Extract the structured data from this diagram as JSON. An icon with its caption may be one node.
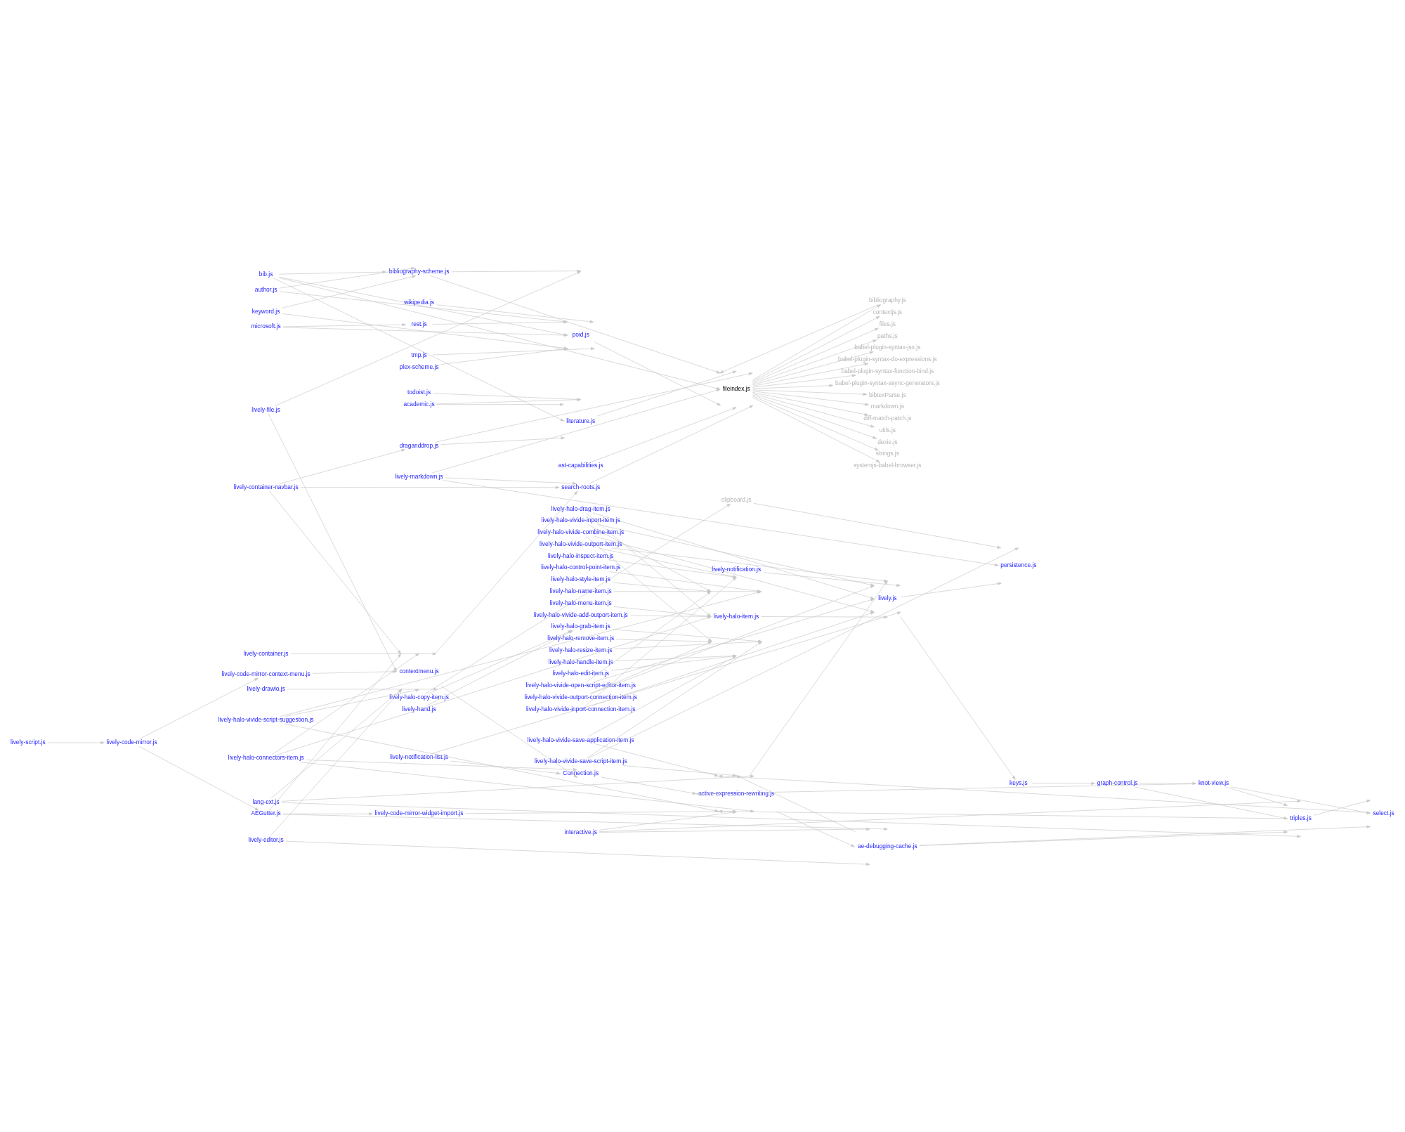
{
  "diagram": {
    "nodes": [
      {
        "text": [
          "bib.js"
        ]
      },
      {
        "text": [
          "bibliography-scheme.js"
        ]
      },
      {
        "text": [
          "author.js"
        ]
      },
      {
        "text": [
          "todoist.js"
        ]
      },
      {
        "text": [
          "wikipedia.js"
        ]
      },
      {
        "text": [
          "keyword.js"
        ]
      },
      {
        "text": [
          "tmp.js"
        ]
      },
      {
        "text": [
          "poid.js"
        ]
      },
      {
        "text": [
          "microsoft.js"
        ]
      },
      {
        "text": [
          "rest.js"
        ]
      },
      {
        "text": [
          "fileindex.js"
        ]
      },
      {
        "text": [
          "plex-scheme.js"
        ]
      },
      {
        "text": [
          "academic.js"
        ]
      },
      {
        "text": [
          "literature.js"
        ]
      },
      {
        "text": [
          "lively-file.js"
        ]
      },
      {
        "text": [
          "ast-capabilities.js"
        ]
      },
      {
        "text": [
          "draganddrop.js"
        ]
      },
      {
        "text": [
          "lively-container-navbar.js"
        ]
      },
      {
        "text": [
          "search-roots.js"
        ]
      },
      {
        "text": [
          "lively-markdown.js"
        ]
      },
      {
        "text": [
          "contextjs.js"
        ]
      },
      {
        "text": [
          "files.js"
        ]
      },
      {
        "text": [
          "paths.js"
        ]
      },
      {
        "text": [
          "babel-plugin-syntax-jsx.js"
        ]
      },
      {
        "text": [
          "babel-plugin-syntax-do-expressions.js"
        ]
      },
      {
        "text": [
          "babel-plugin-syntax-function-bind.js"
        ]
      },
      {
        "text": [
          "babel-plugin-syntax-async-generators.js"
        ]
      },
      {
        "text": [
          "bibliography.js"
        ]
      },
      {
        "text": [
          "bibtexParse.js"
        ]
      },
      {
        "text": [
          "markdown.js"
        ]
      },
      {
        "text": [
          "diff-match-patch.js"
        ]
      },
      {
        "text": [
          "utils.js"
        ]
      },
      {
        "text": [
          "dexie.js"
        ]
      },
      {
        "text": [
          "strings.js"
        ]
      },
      {
        "text": [
          "systemjs-babel-browser.js"
        ]
      },
      {
        "text": [
          "lively-halo-drag-item.js"
        ]
      },
      {
        "text": [
          "lively-halo-vivide-inport-item.js"
        ]
      },
      {
        "text": [
          "lively-halo-vivide-combine-item.js"
        ]
      },
      {
        "text": [
          "lively-halo-vivide-outport-item.js"
        ]
      },
      {
        "text": [
          "lively-halo-copy-item.js"
        ]
      },
      {
        "text": [
          "lively-halo-handle-item.js"
        ]
      },
      {
        "text": [
          "clipboard.js"
        ]
      },
      {
        "text": [
          "persistence.js"
        ]
      },
      {
        "text": [
          "lively-halo-control-point-item.js"
        ]
      },
      {
        "text": [
          "lively-hand.js"
        ]
      },
      {
        "text": [
          "lively-halo-grab-item.js"
        ]
      },
      {
        "text": [
          "lively-halo-menu-item.js"
        ]
      },
      {
        "text": [
          "lively-halo-style-item.js"
        ]
      },
      {
        "text": [
          "lively-halo-remove-item.js"
        ]
      },
      {
        "text": [
          "lively-halo-item.js"
        ]
      },
      {
        "text": [
          "lively-halo-inspect-item.js"
        ]
      },
      {
        "text": [
          "lively.js"
        ]
      },
      {
        "text": [
          "lively-halo-edit-item.js"
        ]
      },
      {
        "text": [
          "lively-halo-name-item.js"
        ]
      },
      {
        "text": [
          "lively-halo-resize-item.js"
        ]
      },
      {
        "text": [
          "lively-notification.js"
        ]
      },
      {
        "text": [
          "lively-notification-list.js"
        ]
      },
      {
        "text": [
          "lively-halo-vivide-add-outport-item.js"
        ]
      },
      {
        "text": [
          "lively-halo-vivide-open-script-editor-item.js"
        ]
      },
      {
        "text": [
          "lively-halo-vivide-outport-connection-item.js"
        ]
      },
      {
        "text": [
          "lively-halo-vivide-inport-connection-item.js"
        ]
      },
      {
        "text": [
          "lively-halo-vivide-save-application-item.js"
        ]
      },
      {
        "text": [
          "lively-halo-vivide-script-suggestion.js"
        ]
      },
      {
        "text": [
          "lively-halo-vivide-save-script-item.js"
        ]
      },
      {
        "text": [
          "lively-halo-connectors-item.js"
        ]
      },
      {
        "text": [
          "Connection.js"
        ]
      },
      {
        "text": [
          "knot-view.js"
        ]
      },
      {
        "text": [
          "active-expression-rewriting.js"
        ]
      },
      {
        "text": [
          "select.js"
        ]
      },
      {
        "text": [
          "lively-container.js"
        ]
      },
      {
        "text": [
          "keys.js"
        ]
      },
      {
        "text": [
          "graph-control.js"
        ]
      },
      {
        "text": [
          "lively-drawio.js"
        ]
      },
      {
        "text": [
          "contextmenu.js"
        ]
      },
      {
        "text": [
          "lang-ext.js"
        ]
      },
      {
        "text": [
          "triples.js"
        ]
      },
      {
        "text": [
          "lively-code-mirror-context-menu.js"
        ]
      },
      {
        "text": [
          "lively-script.js"
        ]
      },
      {
        "text": [
          "lively-code-mirror.js"
        ]
      },
      {
        "text": [
          "AEGutter.js"
        ]
      },
      {
        "text": [
          "lively-code-mirror-widget-import.js"
        ]
      },
      {
        "text": [
          "lively-editor.js"
        ]
      },
      {
        "text": [
          "ae-debugging-cache.js"
        ]
      },
      {
        "text": [
          "interactive.js"
        ]
      }
    ],
    "edges": [
      {
        "from": 0,
        "to": 1,
        "arrow": "to"
      },
      {
        "from": 0,
        "to": 7,
        "arrow": "to"
      },
      {
        "from": 0,
        "to": 10,
        "arrow": "to"
      },
      {
        "from": 0,
        "to": 13,
        "arrow": "to"
      },
      {
        "from": 2,
        "to": 1,
        "arrow": "to"
      },
      {
        "from": 2,
        "to": 7,
        "arrow": "to"
      },
      {
        "from": 5,
        "to": 1,
        "arrow": "to"
      },
      {
        "from": 5,
        "to": 7,
        "arrow": "to"
      },
      {
        "from": 1,
        "to": 7,
        "arrow": "to"
      },
      {
        "from": 1,
        "to": 10,
        "arrow": "to"
      },
      {
        "from": 3,
        "to": 7,
        "arrow": "to"
      },
      {
        "from": 4,
        "to": 7,
        "arrow": "to"
      },
      {
        "from": 6,
        "to": 7,
        "arrow": "to"
      },
      {
        "from": 8,
        "to": 9,
        "arrow": "to"
      },
      {
        "from": 8,
        "to": 7,
        "arrow": "to"
      },
      {
        "from": 9,
        "to": 7,
        "arrow": "to"
      },
      {
        "from": 11,
        "to": 7,
        "arrow": "to"
      },
      {
        "from": 14,
        "to": 7,
        "arrow": "to"
      },
      {
        "from": 14,
        "to": 73,
        "arrow": "to"
      },
      {
        "from": 12,
        "to": 7,
        "arrow": "to"
      },
      {
        "from": 12,
        "to": 13,
        "arrow": "to"
      },
      {
        "from": 7,
        "to": 10,
        "arrow": "to"
      },
      {
        "from": 13,
        "to": 10,
        "arrow": "to"
      },
      {
        "from": 15,
        "to": 10,
        "arrow": "to"
      },
      {
        "from": 16,
        "to": 10,
        "arrow": "to"
      },
      {
        "from": 16,
        "to": 13,
        "arrow": "to"
      },
      {
        "from": 17,
        "to": 16,
        "arrow": "to"
      },
      {
        "from": 17,
        "to": 18,
        "arrow": "to"
      },
      {
        "from": 17,
        "to": 73,
        "arrow": "to"
      },
      {
        "from": 18,
        "to": 10,
        "arrow": "to"
      },
      {
        "from": 19,
        "to": 18,
        "arrow": "to"
      },
      {
        "from": 19,
        "to": 10,
        "arrow": "to"
      },
      {
        "from": 19,
        "to": 42,
        "arrow": "to"
      },
      {
        "from": 10,
        "to": 20,
        "arrow": "to"
      },
      {
        "from": 10,
        "to": 21,
        "arrow": "to"
      },
      {
        "from": 10,
        "to": 22,
        "arrow": "to"
      },
      {
        "from": 10,
        "to": 23,
        "arrow": "to"
      },
      {
        "from": 10,
        "to": 24,
        "arrow": "to"
      },
      {
        "from": 10,
        "to": 25,
        "arrow": "to"
      },
      {
        "from": 10,
        "to": 26,
        "arrow": "to"
      },
      {
        "from": 10,
        "to": 27,
        "arrow": "to"
      },
      {
        "from": 27,
        "to": 10,
        "arrow": "to"
      },
      {
        "from": 10,
        "to": 28,
        "arrow": "to"
      },
      {
        "from": 10,
        "to": 29,
        "arrow": "to"
      },
      {
        "from": 10,
        "to": 30,
        "arrow": "to"
      },
      {
        "from": 10,
        "to": 31,
        "arrow": "to"
      },
      {
        "from": 10,
        "to": 32,
        "arrow": "to"
      },
      {
        "from": 10,
        "to": 33,
        "arrow": "to"
      },
      {
        "from": 10,
        "to": 34,
        "arrow": "to"
      },
      {
        "from": 73,
        "to": 18,
        "arrow": "to"
      },
      {
        "from": 39,
        "to": 41,
        "arrow": "to"
      },
      {
        "from": 41,
        "to": 42,
        "arrow": "to"
      },
      {
        "from": 39,
        "to": 45,
        "arrow": "to"
      },
      {
        "from": 44,
        "to": 45,
        "arrow": "to"
      },
      {
        "from": 35,
        "to": 49,
        "arrow": "to"
      },
      {
        "from": 36,
        "to": 49,
        "arrow": "to"
      },
      {
        "from": 37,
        "to": 49,
        "arrow": "to"
      },
      {
        "from": 38,
        "to": 49,
        "arrow": "to"
      },
      {
        "from": 35,
        "to": 51,
        "arrow": "to"
      },
      {
        "from": 36,
        "to": 51,
        "arrow": "to"
      },
      {
        "from": 37,
        "to": 51,
        "arrow": "to"
      },
      {
        "from": 38,
        "to": 51,
        "arrow": "to"
      },
      {
        "from": 40,
        "to": 49,
        "arrow": "to"
      },
      {
        "from": 43,
        "to": 49,
        "arrow": "to"
      },
      {
        "from": 45,
        "to": 49,
        "arrow": "to"
      },
      {
        "from": 46,
        "to": 49,
        "arrow": "to"
      },
      {
        "from": 47,
        "to": 49,
        "arrow": "to"
      },
      {
        "from": 48,
        "to": 49,
        "arrow": "to"
      },
      {
        "from": 50,
        "to": 49,
        "arrow": "to"
      },
      {
        "from": 52,
        "to": 49,
        "arrow": "to"
      },
      {
        "from": 53,
        "to": 49,
        "arrow": "to"
      },
      {
        "from": 54,
        "to": 49,
        "arrow": "to"
      },
      {
        "from": 57,
        "to": 49,
        "arrow": "to"
      },
      {
        "from": 58,
        "to": 49,
        "arrow": "to"
      },
      {
        "from": 59,
        "to": 49,
        "arrow": "to"
      },
      {
        "from": 60,
        "to": 49,
        "arrow": "to"
      },
      {
        "from": 61,
        "to": 49,
        "arrow": "to"
      },
      {
        "from": 62,
        "to": 49,
        "arrow": "to"
      },
      {
        "from": 63,
        "to": 49,
        "arrow": "to"
      },
      {
        "from": 64,
        "to": 49,
        "arrow": "to"
      },
      {
        "from": 49,
        "to": 51,
        "arrow": "to"
      },
      {
        "from": 55,
        "to": 51,
        "arrow": "to"
      },
      {
        "from": 56,
        "to": 51,
        "arrow": "to"
      },
      {
        "from": 58,
        "to": 51,
        "arrow": "to"
      },
      {
        "from": 59,
        "to": 51,
        "arrow": "to"
      },
      {
        "from": 60,
        "to": 51,
        "arrow": "to"
      },
      {
        "from": 51,
        "to": 42,
        "arrow": "to"
      },
      {
        "from": 63,
        "to": 42,
        "arrow": "to"
      },
      {
        "from": 56,
        "to": 65,
        "arrow": "to"
      },
      {
        "from": 51,
        "to": 70,
        "arrow": "to"
      },
      {
        "from": 70,
        "to": 71,
        "arrow": "to"
      },
      {
        "from": 71,
        "to": 66,
        "arrow": "to"
      },
      {
        "from": 71,
        "to": 75,
        "arrow": "to"
      },
      {
        "from": 66,
        "to": 68,
        "arrow": "to"
      },
      {
        "from": 66,
        "to": 75,
        "arrow": "to"
      },
      {
        "from": 66,
        "to": 67,
        "arrow": "to"
      },
      {
        "from": 68,
        "to": 67,
        "arrow": "to"
      },
      {
        "from": 75,
        "to": 67,
        "arrow": "to"
      },
      {
        "from": 75,
        "to": 68,
        "arrow": "to"
      },
      {
        "from": 67,
        "to": 51,
        "arrow": "to"
      },
      {
        "from": 67,
        "to": 82,
        "arrow": "to"
      },
      {
        "from": 82,
        "to": 67,
        "arrow": "to"
      },
      {
        "from": 82,
        "to": 68,
        "arrow": "to"
      },
      {
        "from": 82,
        "to": 75,
        "arrow": "to"
      },
      {
        "from": 83,
        "to": 67,
        "arrow": "to"
      },
      {
        "from": 83,
        "to": 82,
        "arrow": "to"
      },
      {
        "from": 83,
        "to": 75,
        "arrow": "to"
      },
      {
        "from": 74,
        "to": 73,
        "arrow": "to"
      },
      {
        "from": 74,
        "to": 67,
        "arrow": "to"
      },
      {
        "from": 74,
        "to": 75,
        "arrow": "to"
      },
      {
        "from": 64,
        "to": 65,
        "arrow": "to"
      },
      {
        "from": 64,
        "to": 67,
        "arrow": "to"
      },
      {
        "from": 64,
        "to": 73,
        "arrow": "to"
      },
      {
        "from": 65,
        "to": 67,
        "arrow": "to"
      },
      {
        "from": 73,
        "to": 65,
        "arrow": "to"
      },
      {
        "from": 61,
        "to": 67,
        "arrow": "to"
      },
      {
        "from": 62,
        "to": 67,
        "arrow": "to"
      },
      {
        "from": 63,
        "to": 67,
        "arrow": "to"
      },
      {
        "from": 62,
        "to": 73,
        "arrow": "to"
      },
      {
        "from": 69,
        "to": 73,
        "arrow": "to"
      },
      {
        "from": 72,
        "to": 73,
        "arrow": "to"
      },
      {
        "from": 76,
        "to": 73,
        "arrow": "to"
      },
      {
        "from": 79,
        "to": 73,
        "arrow": "to"
      },
      {
        "from": 81,
        "to": 73,
        "arrow": "to"
      },
      {
        "from": 81,
        "to": 82,
        "arrow": "to"
      },
      {
        "from": 77,
        "to": 78,
        "arrow": "to"
      },
      {
        "from": 78,
        "to": 76,
        "arrow": "to"
      },
      {
        "from": 78,
        "to": 79,
        "arrow": "to"
      },
      {
        "from": 79,
        "to": 80,
        "arrow": "to"
      },
      {
        "from": 79,
        "to": 82,
        "arrow": "to"
      },
      {
        "from": 80,
        "to": 67,
        "arrow": "to"
      }
    ]
  }
}
